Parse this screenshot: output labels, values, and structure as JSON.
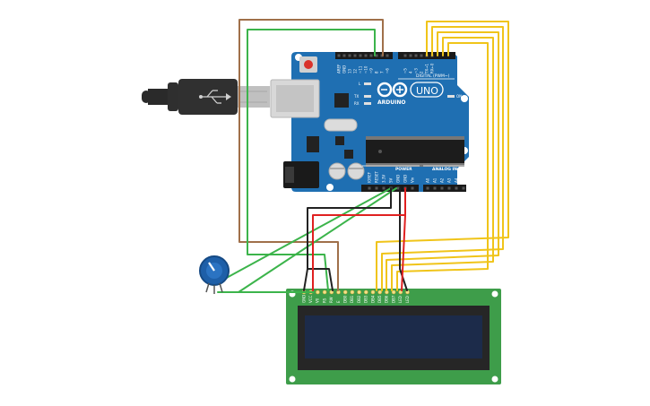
{
  "arduino": {
    "brand": "ARDUINO",
    "model": "UNO",
    "digital_header": "DIGITAL (PWM~)",
    "power_header": "POWER",
    "analog_header": "ANALOG IN",
    "led_l": "L",
    "led_tx": "TX",
    "led_rx": "RX",
    "led_on": "ON",
    "digital_pins": [
      "AREF",
      "GND",
      "13",
      "12",
      "~11",
      "~10",
      "~9",
      "8",
      "7",
      "~6",
      "~5",
      "4",
      "~3",
      "2",
      "TX→1",
      "RX←0"
    ],
    "power_pins": [
      "IOREF",
      "RESET",
      "3.3V",
      "5V",
      "GND",
      "GND",
      "Vin"
    ],
    "analog_pins": [
      "A0",
      "A1",
      "A2",
      "A3",
      "A4",
      "A5"
    ]
  },
  "lcd": {
    "pins": [
      "GND",
      "VCC",
      "V0",
      "RS",
      "RW",
      "E",
      "DB0",
      "DB1",
      "DB2",
      "DB3",
      "DB4",
      "DB5",
      "DB6",
      "DB7",
      "LED",
      "LED"
    ]
  },
  "colors": {
    "board": "#1f6fb2",
    "lcd_board": "#3e9d4a",
    "lcd_screen": "#1c2b4a",
    "wire_green": "#3cb44b",
    "wire_brown": "#a0704a",
    "wire_red": "#e02020",
    "wire_black": "#222222",
    "wire_yellow": "#f0c419",
    "potentiometer": "#1e5fa8",
    "usb_plug": "#2a2a2a"
  }
}
